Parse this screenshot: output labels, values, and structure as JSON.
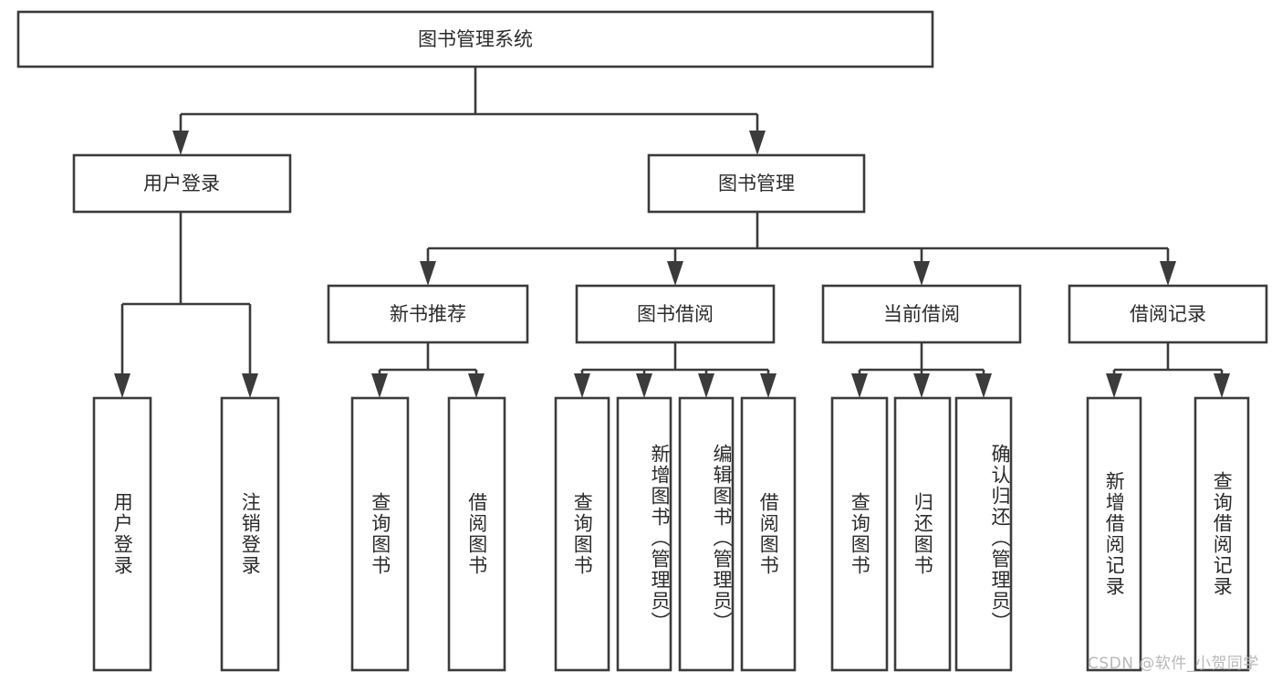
{
  "diagram": {
    "type": "tree-hierarchy",
    "title": "图书管理系统",
    "watermark": "CSDN @软件_小贺同学",
    "colors": {
      "stroke": "#3b3b3b",
      "fill": "#ffffff",
      "text": "#2b2b2b",
      "watermark": "#b9b9b9",
      "background": "#ffffff"
    },
    "root": {
      "label": "图书管理系统"
    },
    "level2": [
      {
        "label": "用户登录"
      },
      {
        "label": "图书管理"
      }
    ],
    "level3": [
      {
        "label": "新书推荐"
      },
      {
        "label": "图书借阅"
      },
      {
        "label": "当前借阅"
      },
      {
        "label": "借阅记录"
      }
    ],
    "leaves": {
      "user_login": [
        {
          "label": "用户登录"
        },
        {
          "label": "注销登录"
        }
      ],
      "new_book_recommend": [
        {
          "label": "查询图书"
        },
        {
          "label": "借阅图书"
        }
      ],
      "book_borrow": [
        {
          "label": "查询图书"
        },
        {
          "label": "新增图书（管理员）"
        },
        {
          "label": "编辑图书（管理员）"
        },
        {
          "label": "借阅图书"
        }
      ],
      "current_borrow": [
        {
          "label": "查询图书"
        },
        {
          "label": "归还图书"
        },
        {
          "label": "确认归还（管理员）"
        }
      ],
      "borrow_records": [
        {
          "label": "新增借阅记录"
        },
        {
          "label": "查询借阅记录"
        }
      ]
    }
  }
}
